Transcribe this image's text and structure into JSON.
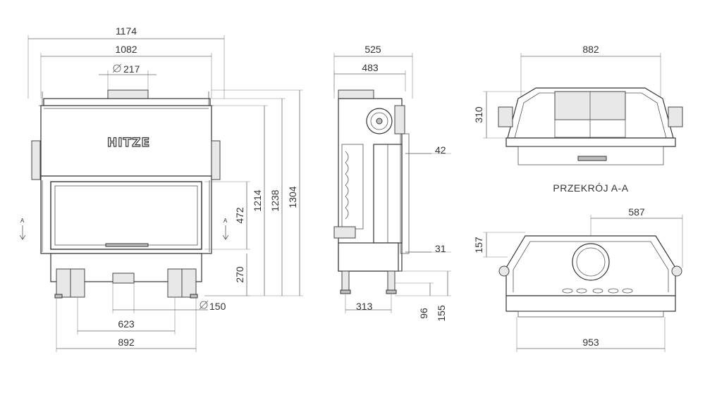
{
  "front_view": {
    "brand_logo": "HITZE",
    "dims": {
      "overall_width": "1174",
      "body_width": "1082",
      "flue_diameter": "217",
      "height_overall": "1304",
      "height_1238": "1238",
      "height_1214": "1214",
      "glass_height": "472",
      "base_height": "270",
      "air_inlet_diameter": "150",
      "leg_spacing": "623",
      "base_width": "892"
    },
    "section_marks": [
      "A",
      "A"
    ]
  },
  "side_view": {
    "dims": {
      "depth_overall": "525",
      "depth_body": "483",
      "offset_42": "42",
      "offset_31": "31",
      "leg_depth": "313",
      "dim_96": "96",
      "dim_155": "155"
    }
  },
  "top_section": {
    "dims": {
      "width_882": "882",
      "height_310": "310"
    }
  },
  "section_label": "PRZEKRÓJ A-A",
  "bottom_section": {
    "dims": {
      "offset_587": "587",
      "height_157": "157",
      "width_953": "953"
    }
  }
}
